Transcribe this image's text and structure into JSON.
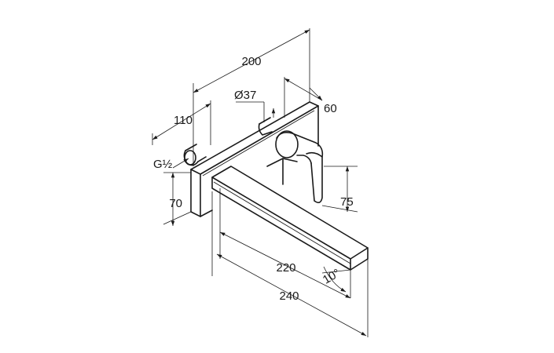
{
  "drawing": {
    "labels": {
      "d200": "200",
      "d37": "Ø37",
      "d60": "60",
      "d110": "110",
      "g": "G½",
      "d70": "70",
      "d75": "75",
      "d220": "220",
      "a10": "10°",
      "d240": "240"
    },
    "colors": {
      "line": "#1a1a1a",
      "background": "#ffffff"
    }
  }
}
